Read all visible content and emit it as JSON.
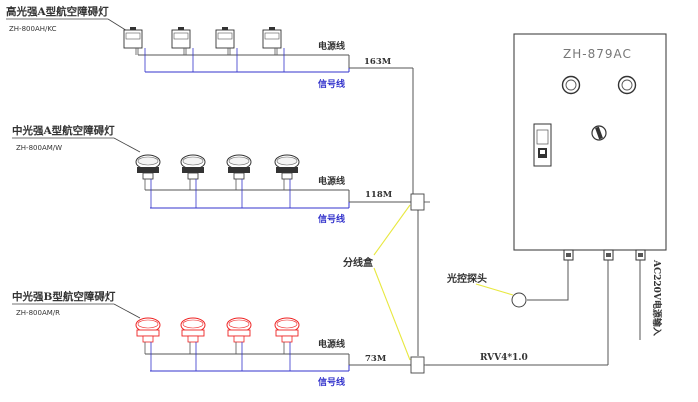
{
  "groups": [
    {
      "title": "高光强A型航空障碍灯",
      "model": "ZH-800AH/KC",
      "power_label": "电源线",
      "signal_label": "信号线",
      "length": "163M"
    },
    {
      "title": "中光强A型航空障碍灯",
      "model": "ZH-800AM/W",
      "power_label": "电源线",
      "signal_label": "信号线",
      "length": "118M"
    },
    {
      "title": "中光强B型航空障碍灯",
      "model": "ZH-800AM/R",
      "power_label": "电源线",
      "signal_label": "信号线",
      "length": "73M"
    }
  ],
  "controller": {
    "model": "ZH-879AC",
    "power_input": "AC220V电源输入"
  },
  "labels": {
    "junction_box": "分线盒",
    "light_sensor": "光控探头",
    "cable": "RVV4*1.0"
  },
  "colors": {
    "line": "#555555",
    "signal": "#3333cc",
    "callout": "#e8e840",
    "red_lamp": "#ee2222",
    "dark": "#333333"
  }
}
